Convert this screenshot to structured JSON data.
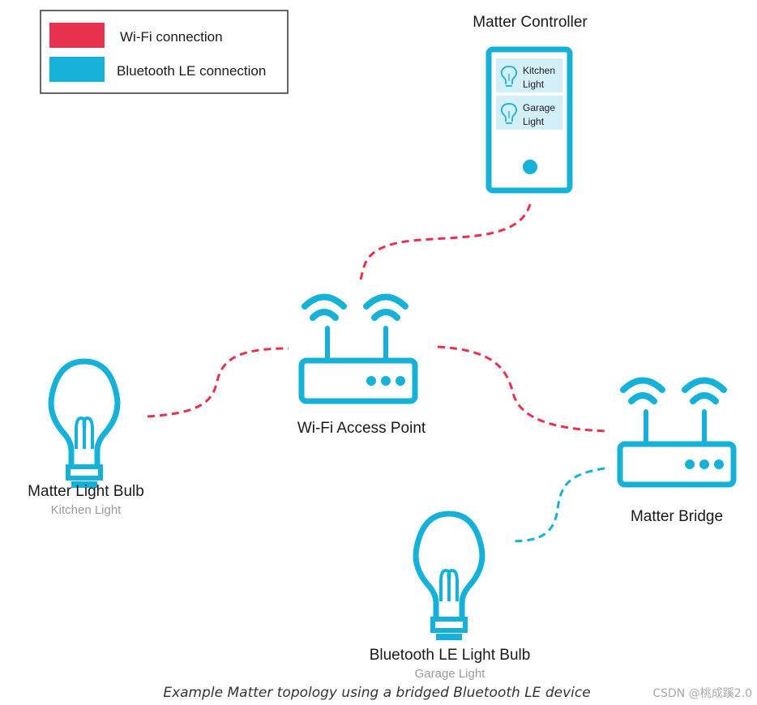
{
  "legend": {
    "wifi_label": "Wi-Fi connection",
    "ble_label": "Bluetooth LE connection"
  },
  "colors": {
    "wifi": "#e8314f",
    "ble": "#16b1d8",
    "device": "#16b1d8",
    "screen_item": "#d3f0f9"
  },
  "controller": {
    "title": "Matter Controller",
    "items": [
      {
        "line1": "Kitchen",
        "line2": "Light",
        "icon": "lightbulb-icon"
      },
      {
        "line1": "Garage",
        "line2": "Light",
        "icon": "lightbulb-icon"
      }
    ]
  },
  "access_point": {
    "label": "Wi-Fi Access Point",
    "icon": "router-icon"
  },
  "light_bulb": {
    "label": "Matter Light Bulb",
    "sublabel": "Kitchen Light",
    "icon": "lightbulb-icon"
  },
  "bridge": {
    "label": "Matter Bridge",
    "icon": "router-icon"
  },
  "ble_bulb": {
    "label": "Bluetooth LE Light Bulb",
    "sublabel": "Garage Light",
    "icon": "lightbulb-icon"
  },
  "caption": "Example Matter topology using a bridged Bluetooth LE device",
  "watermark": "CSDN @桃成蹊2.0"
}
